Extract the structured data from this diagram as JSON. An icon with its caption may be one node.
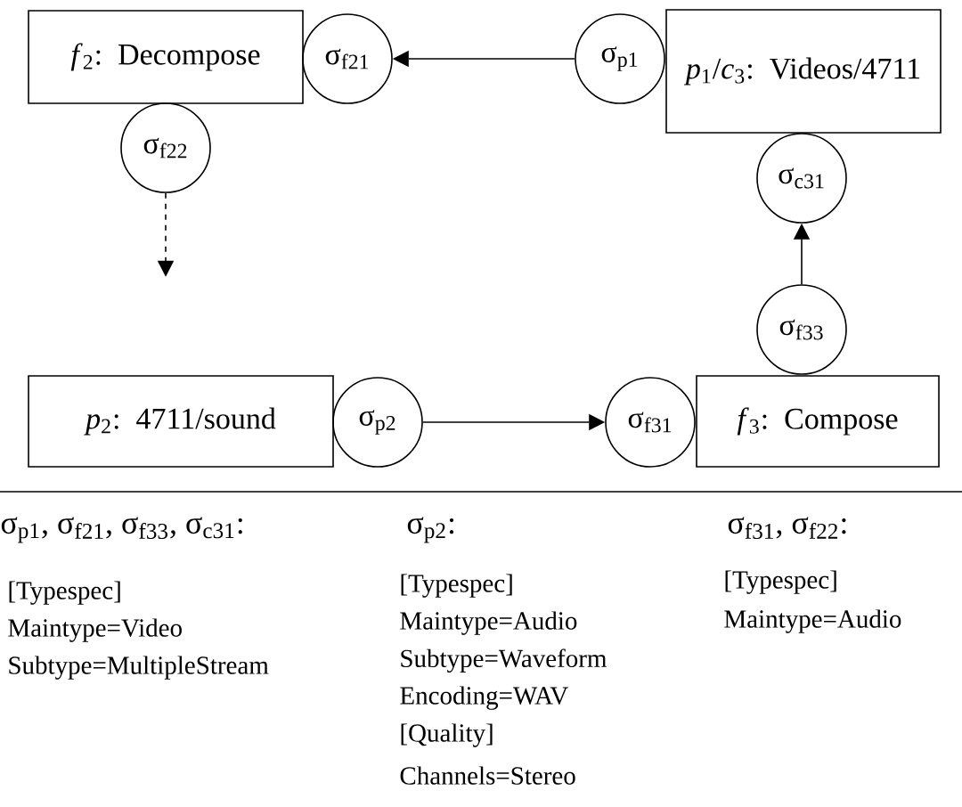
{
  "diagram": {
    "nodes": [
      {
        "text": [
          "*f*$_{2}$: Decompose"
        ]
      },
      {
        "text": [
          "σ$_{f21}$"
        ]
      },
      {
        "text": [
          "σ$_{p1}$"
        ]
      },
      {
        "text": [
          "*p*$_{1}$/*c*$_{3}$: Videos/4711"
        ]
      },
      {
        "text": [
          "σ$_{f22}$"
        ]
      },
      {
        "text": [
          "σ$_{c31}$"
        ]
      },
      {
        "text": [
          "σ$_{f33}$"
        ]
      },
      {
        "text": [
          "*p*$_{2}$: 4711/sound"
        ]
      },
      {
        "text": [
          "σ$_{p2}$"
        ]
      },
      {
        "text": [
          "σ$_{f31}$"
        ]
      },
      {
        "text": [
          "*f*$_{3}$: Compose"
        ]
      }
    ],
    "edges": [
      {
        "from": 2,
        "to": 1,
        "arrow": "to"
      },
      {
        "from": 4,
        "to": null,
        "arrow": "to",
        "style": "dashed"
      },
      {
        "from": 6,
        "to": 5,
        "arrow": "to"
      },
      {
        "from": 8,
        "to": 9,
        "arrow": "to"
      }
    ],
    "labels": [
      "σ$_{p1}$, σ$_{f21}$, σ$_{f33}$, σ$_{c31}$:",
      "[Typespec]",
      "Maintype=Video",
      "Subtype=MultipleStream",
      "σ$_{p2}$:",
      "[Typespec]",
      "Maintype=Audio",
      "Subtype=Waveform",
      "Encoding=WAV",
      "[Quality]",
      "Channels=Stereo",
      "σ$_{f31}$, σ$_{f22}$:",
      "[Typespec]",
      "Maintype=Audio"
    ]
  }
}
